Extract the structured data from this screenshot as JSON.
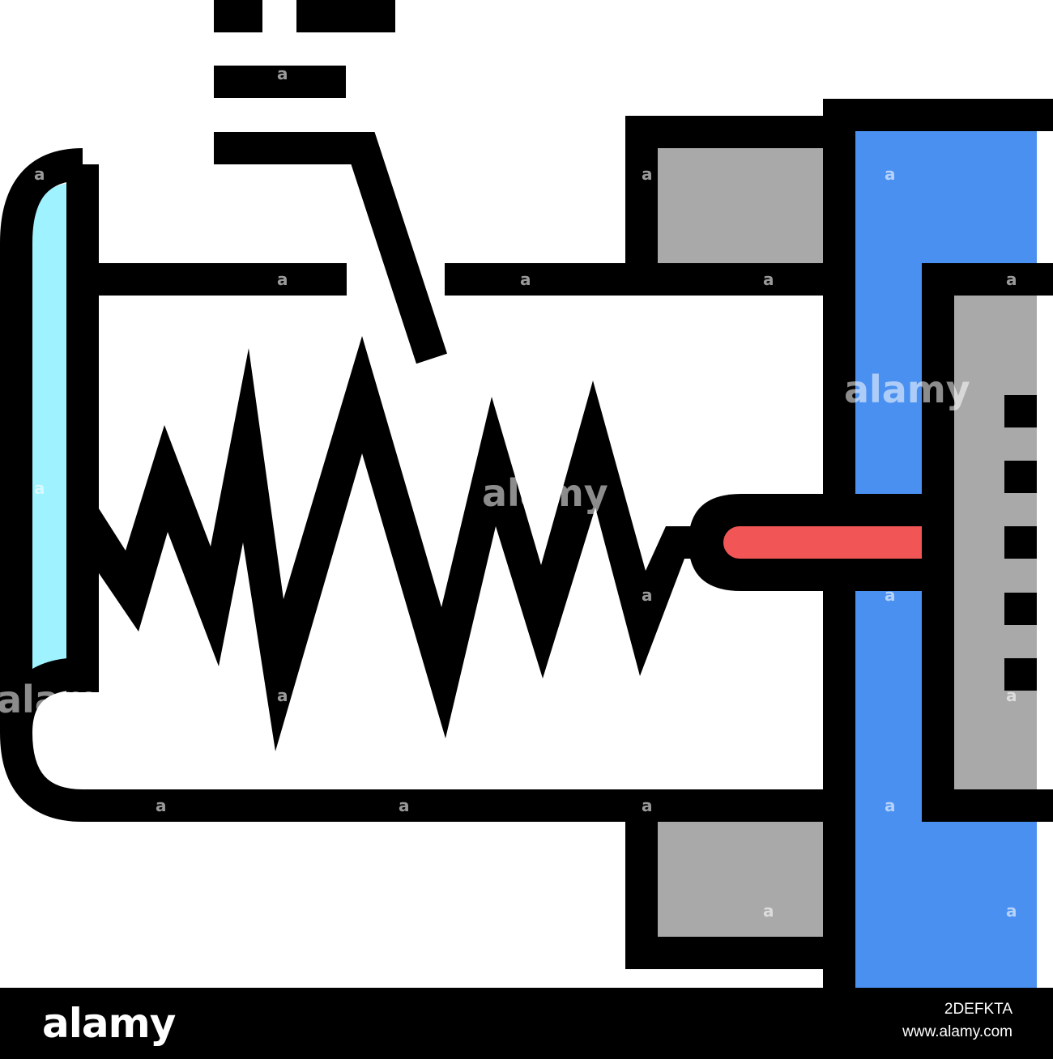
{
  "colors": {
    "outline": "#000000",
    "scroll_edge": "#9ff2ff",
    "gray_block": "#a9a9a9",
    "blue_panel": "#4a90f0",
    "needle": "#f25555",
    "footer_bg": "#000000",
    "footer_text": "#ffffff"
  },
  "icons": {
    "main": "seismograph-icon",
    "paper": "paper-roll-icon",
    "wave": "seismic-wave-icon",
    "needle": "recording-needle-icon"
  },
  "footer": {
    "brand": "alamy",
    "image_id": "2DEFKTA",
    "site": "www.alamy.com"
  },
  "watermarks": {
    "large": "alamy",
    "small": "a"
  }
}
